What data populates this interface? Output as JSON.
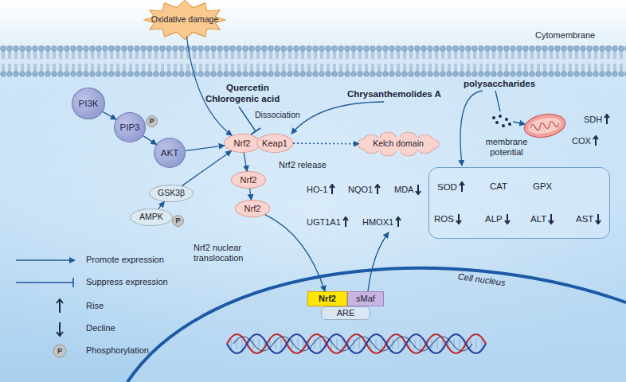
{
  "diagram": {
    "nodes": [
      {
        "text": [
          "Oxidative damage"
        ]
      },
      {
        "text": [
          "PI3K"
        ]
      },
      {
        "text": [
          "PIP3"
        ]
      },
      {
        "text": [
          "P"
        ]
      },
      {
        "text": [
          "AKT"
        ]
      },
      {
        "text": [
          "GSK3β"
        ]
      },
      {
        "text": [
          "AMPK"
        ]
      },
      {
        "text": [
          "P"
        ]
      },
      {
        "text": [
          "Nrf2"
        ]
      },
      {
        "text": [
          "Keap1"
        ]
      },
      {
        "text": [
          "Kelch domain"
        ]
      },
      {
        "text": [
          "Nrf2"
        ]
      },
      {
        "text": [
          "Nrf2"
        ]
      },
      {
        "text": [
          "SOD",
          "CAT",
          "GPX",
          "ROS",
          "ALP",
          "ALT",
          "AST"
        ]
      },
      {
        "text": [
          "Nrf2"
        ]
      },
      {
        "text": [
          "sMaf"
        ]
      },
      {
        "text": [
          "ARE"
        ]
      }
    ],
    "edges": [
      {
        "from": 0,
        "to": 8,
        "arrow": "to"
      },
      {
        "from": 1,
        "to": 2,
        "arrow": "to"
      },
      {
        "from": 2,
        "to": 4,
        "arrow": "to"
      },
      {
        "from": 4,
        "to": 8,
        "arrow": "to"
      },
      {
        "from": 6,
        "to": 5,
        "arrow": "to"
      },
      {
        "from": 5,
        "to": 8,
        "arrow": "to"
      },
      {
        "from": 9,
        "to": 10,
        "arrow": "to"
      },
      {
        "from": 8,
        "to": 11,
        "arrow": "to"
      },
      {
        "from": 11,
        "to": 12,
        "arrow": "to"
      },
      {
        "from": 12,
        "to": 14,
        "arrow": "to"
      }
    ],
    "labels": [
      "Cytomembrane",
      "Quercetin",
      "Chlorogenic acid",
      "Chrysanthemolides A",
      "Dissociation",
      "polysaccharides",
      "SDH",
      "COX",
      "membrane potential",
      "Nrf2 release",
      "HO-1",
      "NQO1",
      "MDA",
      "UGT1A1",
      "HMOX1",
      "Nrf2 nuclear translocation",
      "Cell nucleus",
      "P"
    ],
    "legend": [
      {
        "text": "Promote expression"
      },
      {
        "text": "Suppress expression"
      },
      {
        "text": "Rise"
      },
      {
        "text": "Decline"
      },
      {
        "text": "Phosphorylation"
      }
    ]
  }
}
